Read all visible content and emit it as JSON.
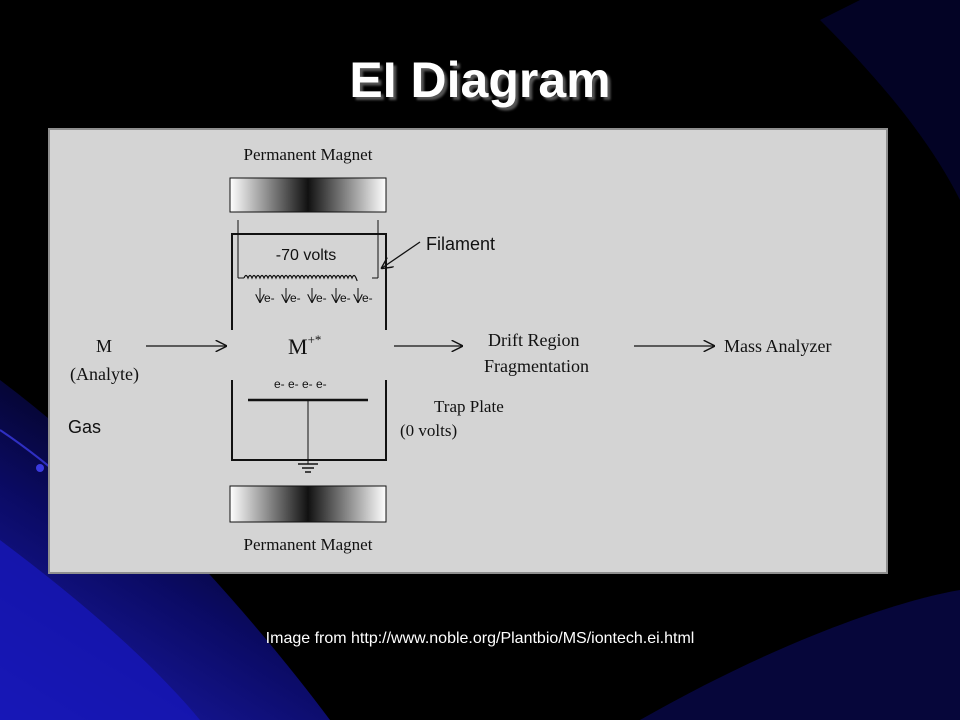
{
  "slide": {
    "title": "EI Diagram",
    "caption": "Image from http://www.noble.org/Plantbio/MS/iontech.ei.html"
  },
  "diagram": {
    "magnet_top_label": "Permanent Magnet",
    "magnet_bottom_label": "Permanent Magnet",
    "voltage_label": "-70 volts",
    "filament_label": "Filament",
    "electron_label": "e-",
    "ion_label": "M",
    "ion_superscript": "+*",
    "electrons_row": "e- e- e- e-",
    "trap_plate_label": "Trap Plate",
    "trap_plate_voltage": "(0 volts)",
    "analyte_label": "M",
    "analyte_sub": "(Analyte)",
    "gas_label": "Gas",
    "drift_label_1": "Drift Region",
    "drift_label_2": "Fragmentation",
    "analyzer_label": "Mass Analyzer"
  },
  "colors": {
    "background": "#000000",
    "figure_bg": "#d4d4d4",
    "swoosh": "#1a1aa8"
  }
}
